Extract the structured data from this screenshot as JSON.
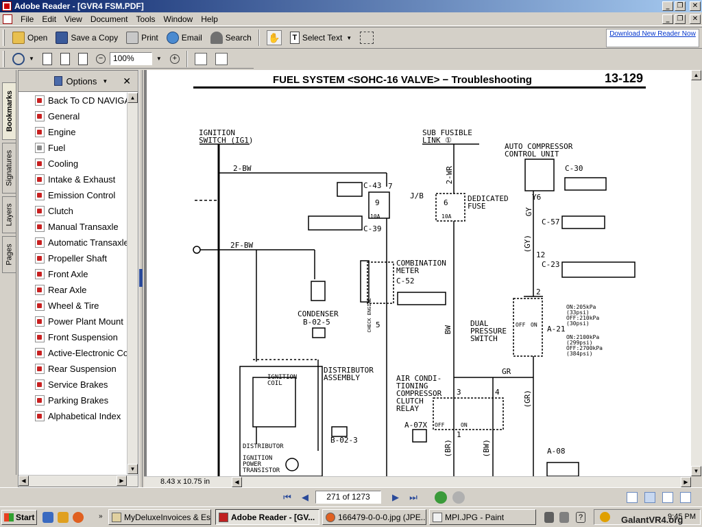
{
  "window": {
    "title": "Adobe Reader - [GVR4 FSM.PDF]",
    "controls": [
      "_",
      "❐",
      "✕"
    ],
    "doc_controls": [
      "_",
      "❐",
      "✕"
    ]
  },
  "menu": [
    "File",
    "Edit",
    "View",
    "Document",
    "Tools",
    "Window",
    "Help"
  ],
  "toolbar": {
    "open": "Open",
    "save": "Save a Copy",
    "print": "Print",
    "email": "Email",
    "search": "Search",
    "select_text": "Select Text",
    "zoom": "100%",
    "download_promo": "Download New Reader Now"
  },
  "nav_tabs": [
    "Bookmarks",
    "Signatures",
    "Layers",
    "Pages"
  ],
  "bookmarks_panel": {
    "options_label": "Options",
    "items": [
      {
        "label": "Back To CD NAVIGATION",
        "icon": "pdf"
      },
      {
        "label": "General",
        "icon": "pdf"
      },
      {
        "label": "Engine",
        "icon": "pdf"
      },
      {
        "label": "Fuel",
        "icon": "pdf-gray"
      },
      {
        "label": "Cooling",
        "icon": "pdf"
      },
      {
        "label": "Intake & Exhaust",
        "icon": "pdf"
      },
      {
        "label": "Emission Control",
        "icon": "pdf"
      },
      {
        "label": "Clutch",
        "icon": "pdf"
      },
      {
        "label": "Manual Transaxle",
        "icon": "pdf"
      },
      {
        "label": "Automatic Transaxle",
        "icon": "pdf"
      },
      {
        "label": "Propeller Shaft",
        "icon": "pdf"
      },
      {
        "label": "Front Axle",
        "icon": "pdf"
      },
      {
        "label": "Rear Axle",
        "icon": "pdf"
      },
      {
        "label": "Wheel & Tire",
        "icon": "pdf"
      },
      {
        "label": "Power Plant Mount",
        "icon": "pdf"
      },
      {
        "label": "Front Suspension",
        "icon": "pdf"
      },
      {
        "label": "Active-Electronic Control Suspension",
        "icon": "pdf"
      },
      {
        "label": "Rear Suspension",
        "icon": "pdf"
      },
      {
        "label": "Service Brakes",
        "icon": "pdf"
      },
      {
        "label": "Parking Brakes",
        "icon": "pdf"
      },
      {
        "label": "Alphabetical Index",
        "icon": "pdf"
      }
    ]
  },
  "document": {
    "header_title": "FUEL SYSTEM <SOHC-16 VALVE> − Troubleshooting",
    "page_number": "13-129",
    "page_size": "8.43 x 10.75 in",
    "diagram_labels": {
      "ignition_switch": "IGNITION\nSWITCH (IG1)",
      "sub_fusible_link": "SUB FUSIBLE\nLINK ①",
      "auto_compressor": "AUTO COMPRESSOR\nCONTROL UNIT",
      "c30": "C-30",
      "c43": "C-43",
      "jb": "J/B",
      "dedicated_fuse": "DEDICATED\nFUSE",
      "c57": "C-57",
      "c39": "C-39",
      "combination_meter": "COMBINATION\nMETER",
      "c52": "C-52",
      "c23": "C-23",
      "condenser": "CONDENSER",
      "b025": "B-02-5",
      "dual_pressure": "DUAL\nPRESSURE\nSWITCH",
      "a21": "A-21",
      "pressure_on": "ON:205kPa\n(33psi)\nOFF:210kPa\n(30psi)",
      "pressure_off": "ON:2100kPa\n(299psi)\nOFF:2700kPa\n(384psi)",
      "distributor_assembly": "DISTRIBUTOR\nASSEMBLY",
      "ignition_coil": "IGNITION\nCOIL",
      "distributor": "DISTRIBUTOR",
      "ignition_power": "IGNITION\nPOWER\nTRANSISTOR",
      "b023": "B-02-3",
      "ac_relay": "AIR CONDI-\nTIONING\nCOMPRESSOR\nCLUTCH\nRELAY",
      "a07x": "A-07X",
      "a08": "A-08",
      "wire_2bw": "2-BW",
      "wire_2fbw": "2F-BW",
      "wire_2wr": "2-WR",
      "wire_gy": "GY",
      "wire_gygy": "(GY)",
      "wire_gr": "GR",
      "wire_grp": "(GR)",
      "wire_bw": "BW",
      "wire_br": "(BR)",
      "wire_bwp": "(BW)",
      "fuse_10a": "10A",
      "fuse_9": "9",
      "fuse_6": "6",
      "y6": "Y6",
      "n7": "7",
      "n12": "12",
      "n2": "2",
      "n3": "3",
      "n4": "4",
      "n1": "1",
      "n5": "5",
      "check_engine": "CHECK ENGINE",
      "off": "OFF",
      "on": "ON"
    }
  },
  "statusbar": {
    "page_indicator": "271 of 1273"
  },
  "taskbar": {
    "start": "Start",
    "buttons": [
      "MyDeluxeInvoices & Es...",
      "Adobe Reader - [GV...",
      "166479-0-0-0.jpg (JPE...",
      "MPI.JPG - Paint"
    ],
    "clock": "9:45 PM"
  },
  "watermark": "GalantVR4.org"
}
